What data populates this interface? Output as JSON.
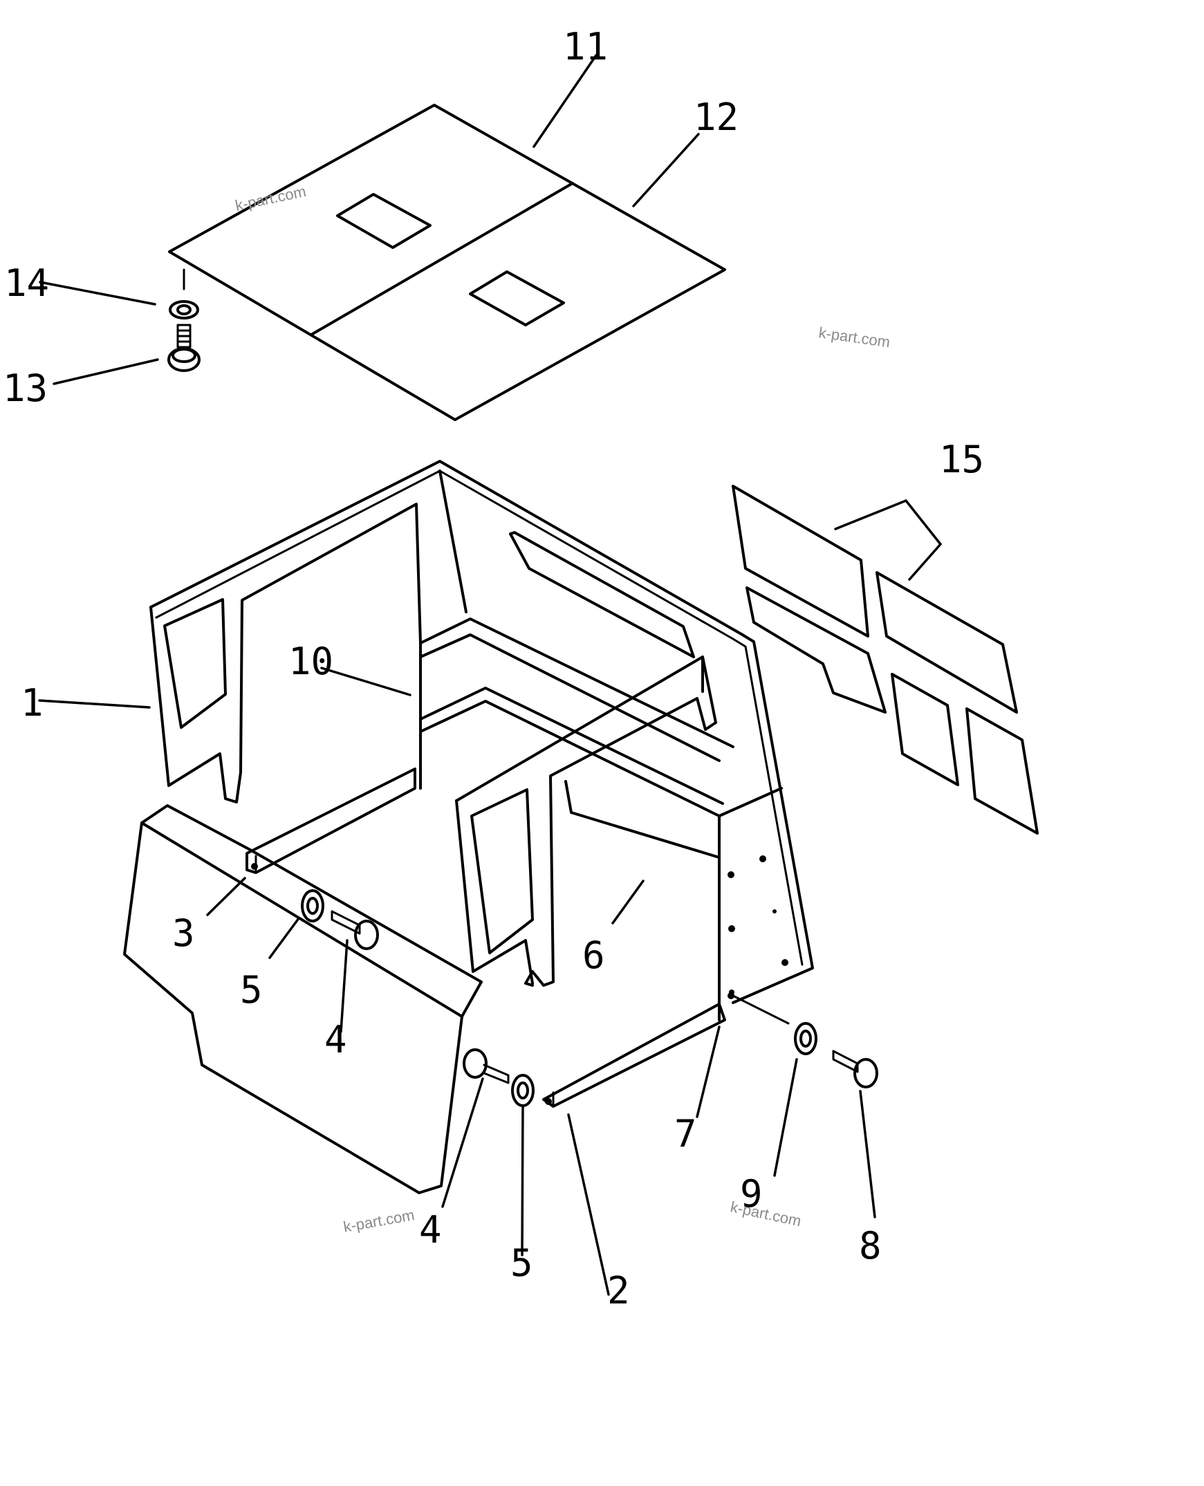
{
  "callouts": [
    "1",
    "2",
    "3",
    "4",
    "4",
    "5",
    "5",
    "6",
    "7",
    "8",
    "9",
    "10",
    "11",
    "12",
    "13",
    "14",
    "15"
  ],
  "watermarks": [
    "k-part.com",
    "k-part.com",
    "k-part.com",
    "k-part.com"
  ]
}
